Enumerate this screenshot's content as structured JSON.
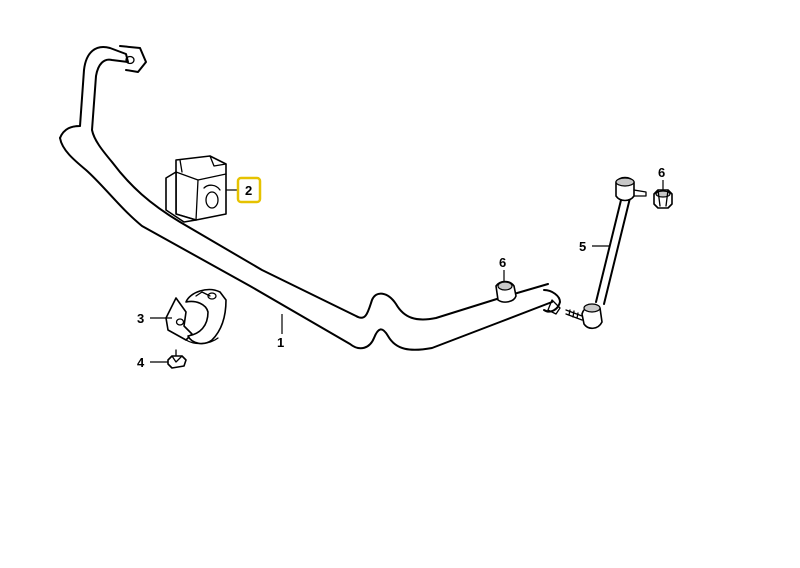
{
  "callouts": {
    "c1": "1",
    "c2": "2",
    "c3": "3",
    "c4": "4",
    "c5": "5",
    "c6a": "6",
    "c6b": "6"
  },
  "highlight": {
    "part": "2",
    "color": "#e6c200"
  }
}
